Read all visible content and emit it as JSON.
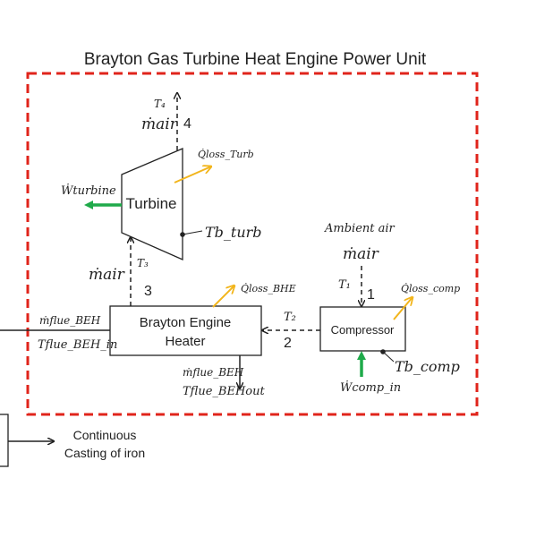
{
  "title": "Brayton Gas Turbine Heat Engine Power Unit",
  "colors": {
    "boundary": "#e0241b",
    "work": "#1faa4a",
    "heat_loss": "#f2b51c",
    "line": "#222222"
  },
  "turbine": {
    "label": "Turbine",
    "inlet_temp": "T₃",
    "outlet_temp": "T₄",
    "state_in": "3",
    "state_out": "4",
    "mass_flow_out": "ṁair",
    "mass_flow_in": "ṁair",
    "heat_loss": "Q̇loss_Turb",
    "work_out": "Ẇturbine",
    "body_temp": "Tb_turb"
  },
  "heater": {
    "label_line1": "Brayton Engine",
    "label_line2": "Heater",
    "heat_loss": "Q̇loss_BHE",
    "flue_in_flow": "ṁflue_BEH",
    "flue_in_temp": "Tflue_BEH_in",
    "flue_out_flow": "ṁflue_BEH",
    "flue_out_temp": "Tflue_BEHout"
  },
  "compressor": {
    "label": "Compressor",
    "ambient": "Ambient air",
    "mass_flow_in": "ṁair",
    "inlet_temp": "T₁",
    "outlet_temp": "T₂",
    "state_in": "1",
    "state_out": "2",
    "heat_loss": "Q̇loss_comp",
    "work_in": "Ẇcomp_in",
    "body_temp": "Tb_comp"
  },
  "external": {
    "line1": "Continuous",
    "line2": "Casting of iron"
  }
}
